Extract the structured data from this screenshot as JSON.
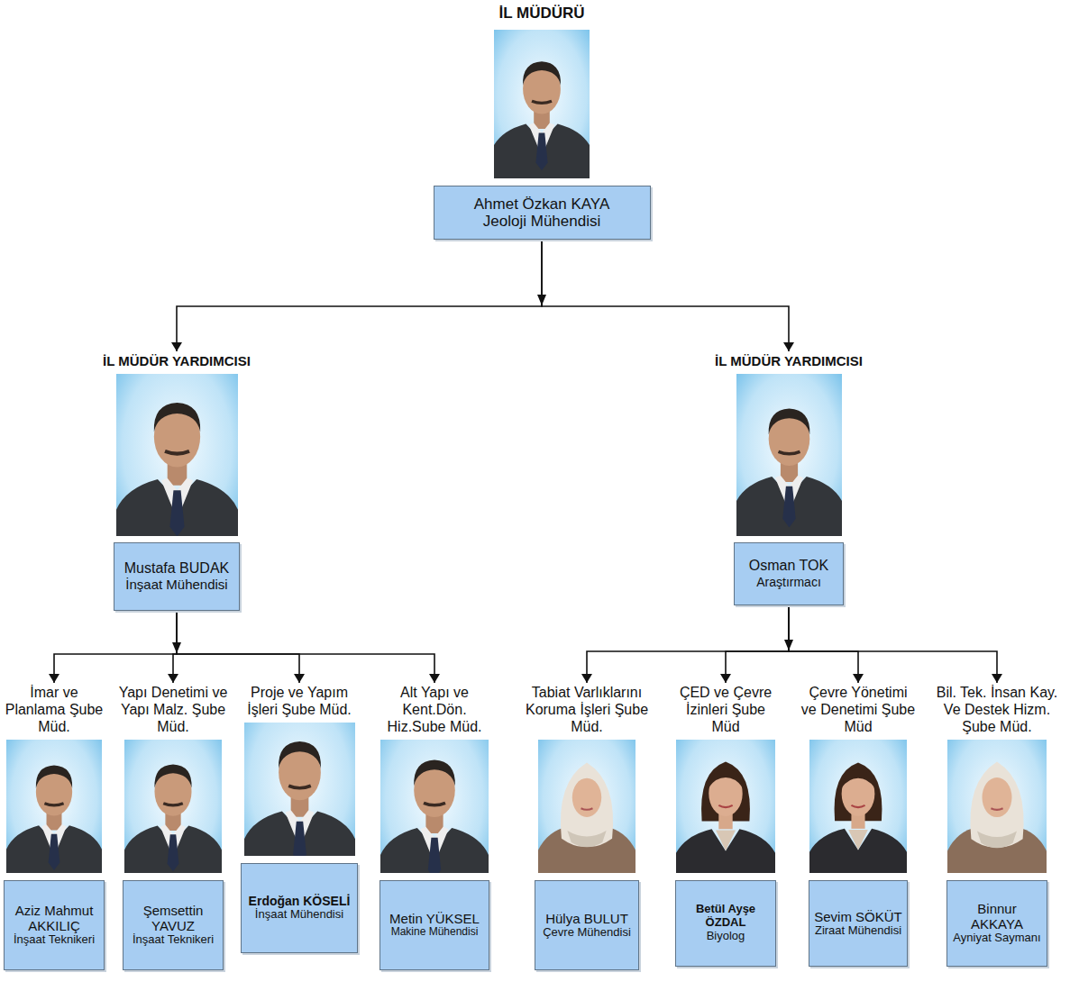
{
  "diagram": {
    "nodes": [
      {
        "text": [
          "İL MÜDÜRÜ",
          "Ahmet Özkan KAYA",
          "Jeoloji Mühendisi"
        ]
      },
      {
        "text": [
          "İL MÜDÜR YARDIMCISI",
          "Mustafa BUDAK",
          "İnşaat Mühendisi"
        ]
      },
      {
        "text": [
          "İL MÜDÜR YARDIMCISI",
          "Osman TOK",
          "Araştırmacı"
        ]
      },
      {
        "text": [
          "İmar ve Planlama Şube Müd.",
          "Aziz Mahmut AKKILIÇ",
          "İnşaat Teknikeri"
        ]
      },
      {
        "text": [
          "Yapı Denetimi ve Yapı Malz. Şube Müd.",
          "Şemsettin YAVUZ",
          "İnşaat Teknikeri"
        ]
      },
      {
        "text": [
          "Proje ve Yapım İşleri Şube Müd.",
          "Erdoğan KÖSELİ",
          "İnşaat Mühendisi"
        ]
      },
      {
        "text": [
          "Alt Yapı ve Kent.Dön. Hiz.Sube Müd.",
          "Metin YÜKSEL",
          "Makine Mühendisi"
        ]
      },
      {
        "text": [
          "Tabiat Varlıklarını Koruma İşleri Şube Müd.",
          "Hülya BULUT",
          "Çevre Mühendisi"
        ]
      },
      {
        "text": [
          "ÇED ve Çevre İzinleri Şube Müd",
          "Betül Ayşe ÖZDAL",
          "Biyolog"
        ]
      },
      {
        "text": [
          "Çevre Yönetimi ve Denetimi Şube Müd",
          "Sevim SÖKÜT",
          "Ziraat Mühendisi"
        ]
      },
      {
        "text": [
          "Bil. Tek. İnsan Kay. Ve Destek Hizm. Şube Müd.",
          "Binnur AKKAYA",
          "Ayniyat Saymanı"
        ]
      }
    ],
    "edges": [
      {
        "from": 0,
        "to": 1,
        "arrow": "to"
      },
      {
        "from": 0,
        "to": 2,
        "arrow": "to"
      },
      {
        "from": 1,
        "to": 3,
        "arrow": "to"
      },
      {
        "from": 1,
        "to": 4,
        "arrow": "to"
      },
      {
        "from": 1,
        "to": 5,
        "arrow": "to"
      },
      {
        "from": 1,
        "to": 6,
        "arrow": "to"
      },
      {
        "from": 2,
        "to": 7,
        "arrow": "to"
      },
      {
        "from": 2,
        "to": 8,
        "arrow": "to"
      },
      {
        "from": 2,
        "to": 9,
        "arrow": "to"
      },
      {
        "from": 2,
        "to": 10,
        "arrow": "to"
      }
    ]
  }
}
